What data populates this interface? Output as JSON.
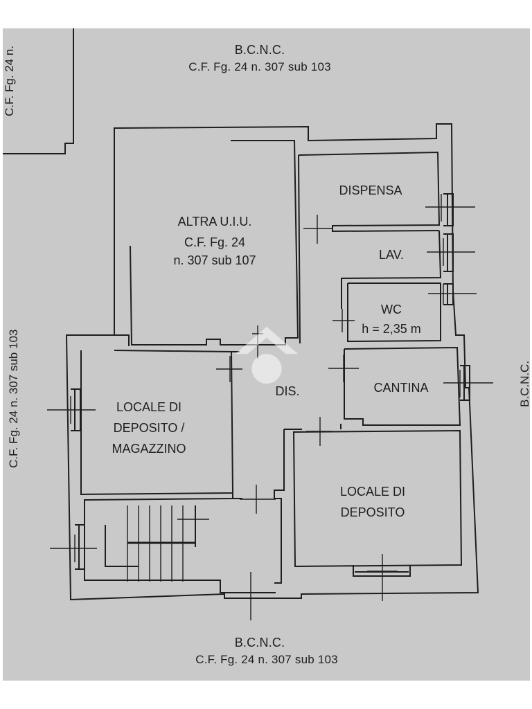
{
  "floor_plan": {
    "background_color": "#c9c9c9",
    "line_color": "#1e1e1e",
    "border_labels": {
      "top": {
        "line1": "B.C.N.C.",
        "line2": "C.F. Fg. 24 n. 307 sub 103"
      },
      "bottom": {
        "line1": "B.C.N.C.",
        "line2": "C.F. Fg. 24 n. 307 sub 103"
      },
      "left": "C.F. Fg. 24 n. 307 sub 103",
      "top_left_corner": "C.F. Fg. 24 n.",
      "right": "B.C.N.C."
    },
    "rooms": [
      {
        "id": "altra-uiu",
        "lines": [
          "ALTRA U.I.U.",
          "C.F. Fg. 24",
          "n. 307 sub 107"
        ]
      },
      {
        "id": "dispensa",
        "lines": [
          "DISPENSA"
        ]
      },
      {
        "id": "lav",
        "lines": [
          "LAV."
        ]
      },
      {
        "id": "wc",
        "lines": [
          "WC",
          "h = 2,35 m"
        ]
      },
      {
        "id": "cantina",
        "lines": [
          "CANTINA"
        ]
      },
      {
        "id": "dis",
        "lines": [
          "DIS."
        ]
      },
      {
        "id": "locale-deposito-magazzino",
        "lines": [
          "LOCALE DI",
          "DEPOSITO /",
          "MAGAZZINO"
        ]
      },
      {
        "id": "locale-deposito",
        "lines": [
          "LOCALE DI",
          "DEPOSITO"
        ]
      }
    ],
    "watermark": "logo-watermark"
  }
}
